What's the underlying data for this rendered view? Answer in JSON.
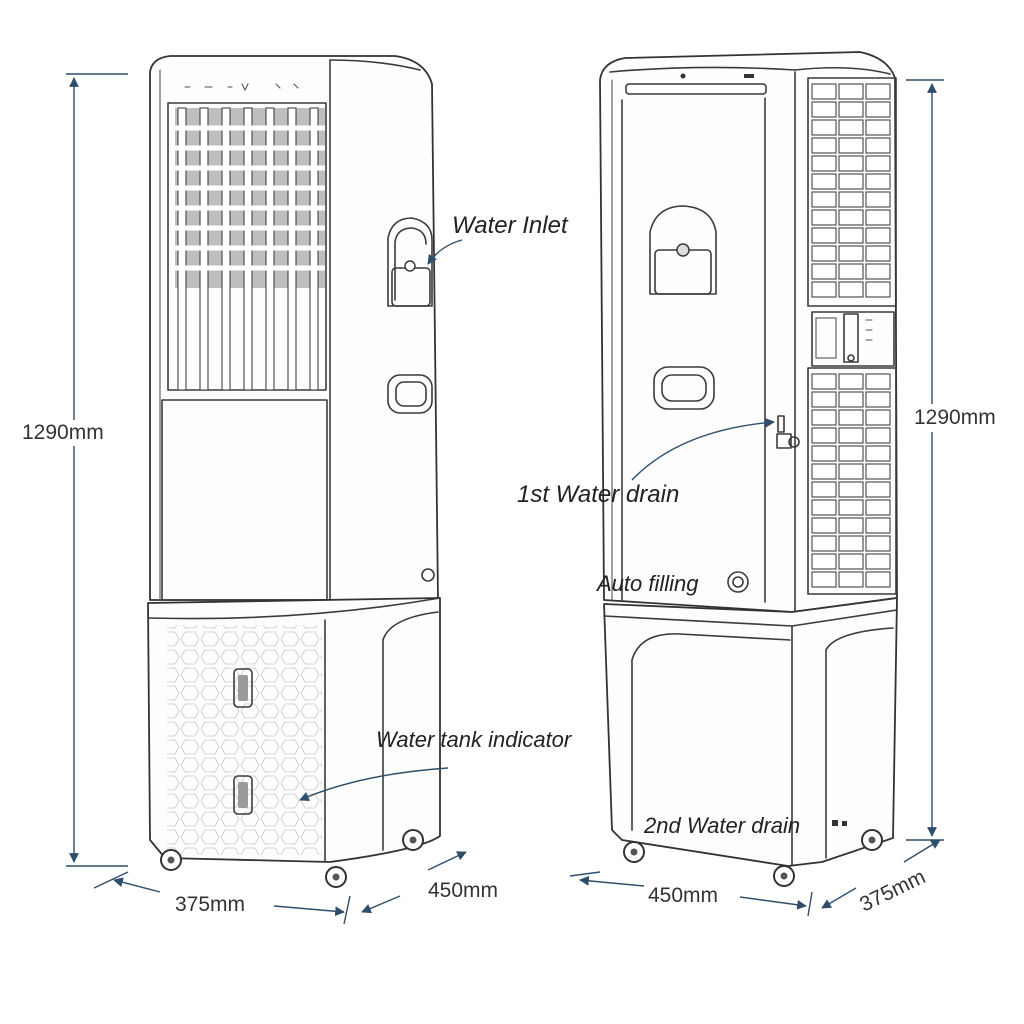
{
  "dimensions": {
    "left_height": "1290mm",
    "right_height": "1290mm",
    "left_width": "375mm",
    "left_depth": "450mm",
    "right_width": "450mm",
    "right_depth": "375mm"
  },
  "callouts": {
    "water_inlet": "Water Inlet",
    "first_water_drain": "1st Water drain",
    "auto_filling": "Auto filling",
    "water_tank_indicator": "Water tank indicator",
    "second_water_drain": "2nd Water drain"
  },
  "colors": {
    "dimension_lines": "#2f4e6b",
    "outline": "#333333",
    "background": "#ffffff"
  }
}
